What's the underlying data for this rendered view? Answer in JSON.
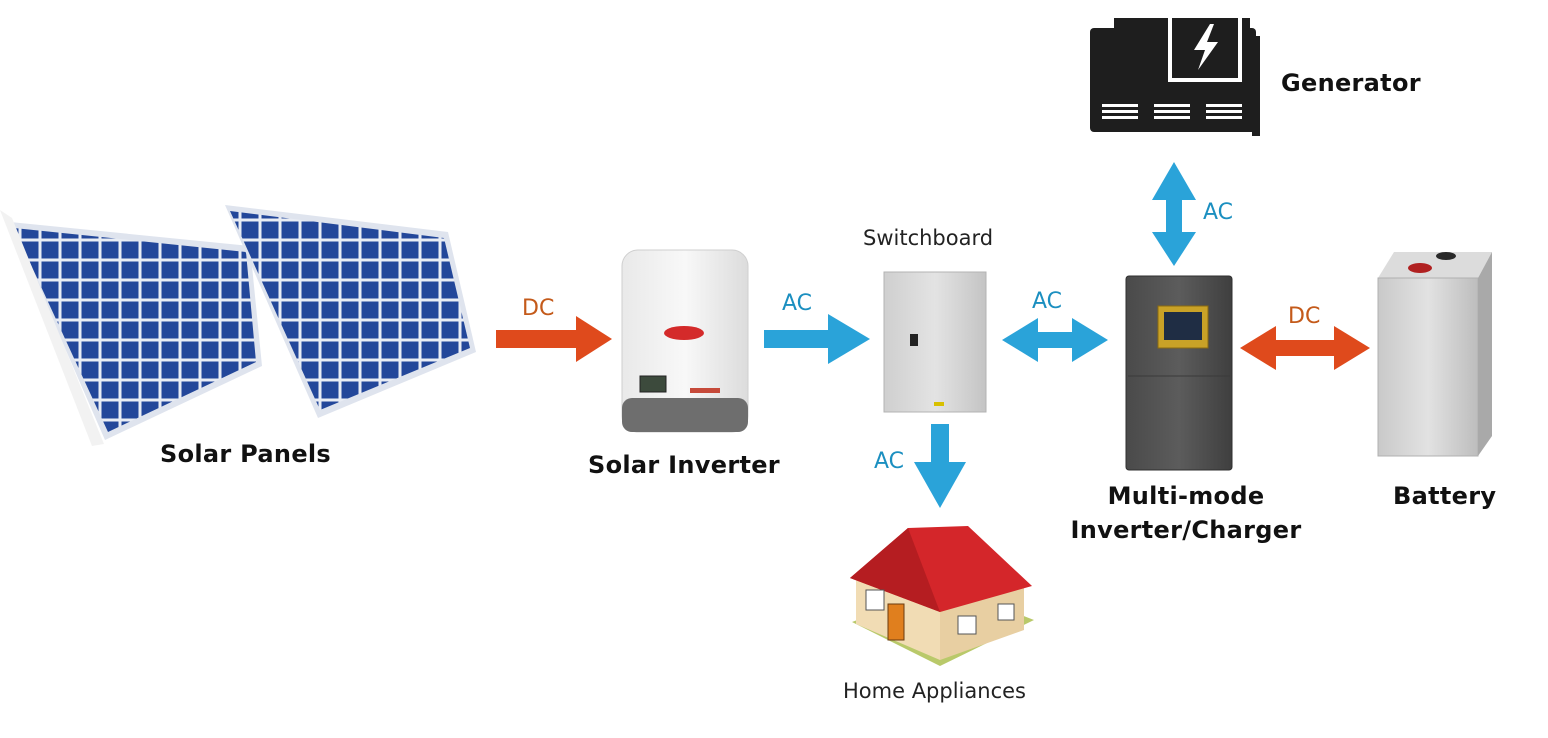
{
  "components": {
    "solar_panels": "Solar Panels",
    "solar_inverter": "Solar Inverter",
    "switchboard": "Switchboard",
    "home_appliances": "Home Appliances",
    "multi_mode_line1": "Multi-mode",
    "multi_mode_line2": "Inverter/Charger",
    "battery": "Battery",
    "generator": "Generator"
  },
  "flows": {
    "panels_to_inverter": "DC",
    "inverter_to_switchboard": "AC",
    "switchboard_multimode": "AC",
    "switchboard_to_home": "AC",
    "generator_multimode": "AC",
    "multimode_battery": "DC"
  },
  "colors": {
    "ac_arrow": "#2aa3d9",
    "dc_arrow": "#df4a1c",
    "ac_text": "#1b8fc0",
    "dc_text": "#c45a1a",
    "panel_cell": "#23479a",
    "roof": "#d4262a"
  }
}
